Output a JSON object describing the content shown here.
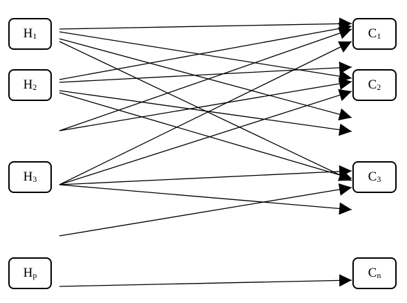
{
  "nodes": {
    "h1": {
      "letter": "H",
      "sub": "1"
    },
    "h2": {
      "letter": "H",
      "sub": "2"
    },
    "h3": {
      "letter": "H",
      "sub": "3"
    },
    "hp": {
      "letter": "H",
      "sub": "p"
    },
    "c1": {
      "letter": "C",
      "sub": "1"
    },
    "c2": {
      "letter": "C",
      "sub": "2"
    },
    "c3": {
      "letter": "C",
      "sub": "3"
    },
    "cn": {
      "letter": "C",
      "sub": "n"
    }
  },
  "colors": {
    "line": "#000000",
    "box_border": "#000000",
    "background": "#ffffff"
  }
}
